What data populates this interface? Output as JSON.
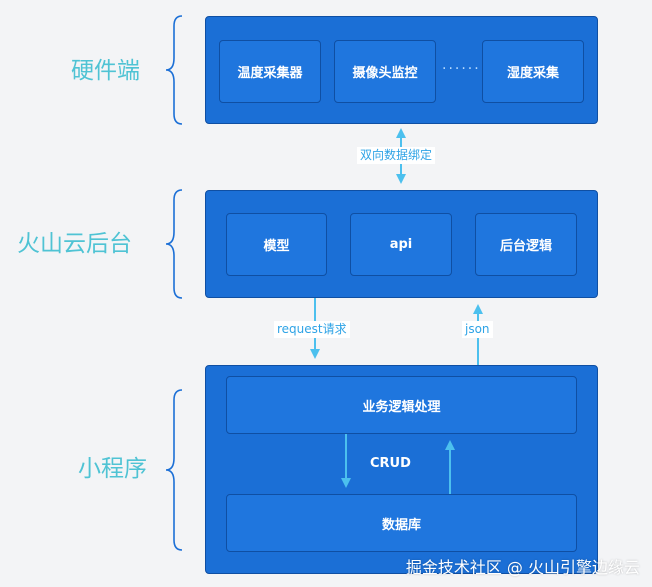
{
  "layers": {
    "hardware": {
      "label": "硬件端",
      "items": [
        "温度采集器",
        "摄像头监控",
        "湿度采集"
      ],
      "ellipsis": "······"
    },
    "cloud": {
      "label": "火山云后台",
      "items": [
        "模型",
        "api",
        "后台逻辑"
      ]
    },
    "miniprogram": {
      "label": "小程序",
      "business_logic": "业务逻辑处理",
      "crud": "CRUD",
      "database": "数据库"
    }
  },
  "connections": {
    "two_way_binding": "双向数据绑定",
    "request": "request请求",
    "json": "json"
  },
  "watermark": "掘金技术社区 @ 火山引擎边缘云",
  "colors": {
    "side_label": "#4fc3d4",
    "layer_fill": "#1b6fd6",
    "arrow": "#4cc0ee",
    "edge_label": "#2ea3e6"
  }
}
